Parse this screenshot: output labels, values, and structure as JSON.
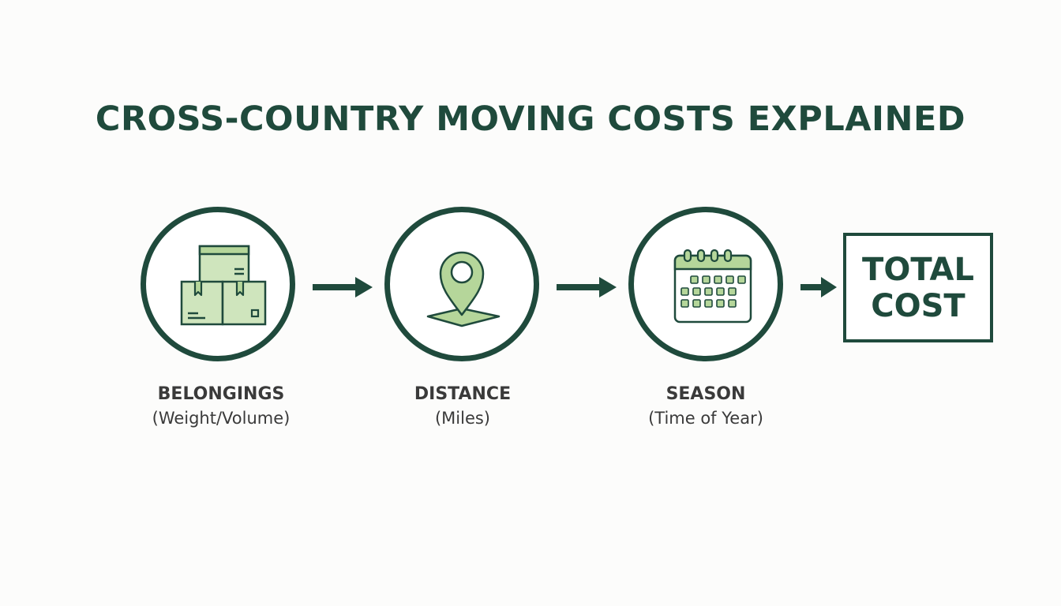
{
  "title": "CROSS-COUNTRY MOVING COSTS EXPLAINED",
  "steps": [
    {
      "name": "BELONGINGS",
      "sub": "(Weight/Volume)",
      "icon": "boxes-icon"
    },
    {
      "name": "DISTANCE",
      "sub": "(Miles)",
      "icon": "map-pin-icon"
    },
    {
      "name": "SEASON",
      "sub": "(Time of Year)",
      "icon": "calendar-icon"
    }
  ],
  "total": {
    "line1": "TOTAL",
    "line2": "COST"
  },
  "colors": {
    "dark_green": "#1f4a3c",
    "light_green": "#b5d69a",
    "pale_green": "#cfe5bd",
    "text_gray": "#3a3a3a"
  }
}
